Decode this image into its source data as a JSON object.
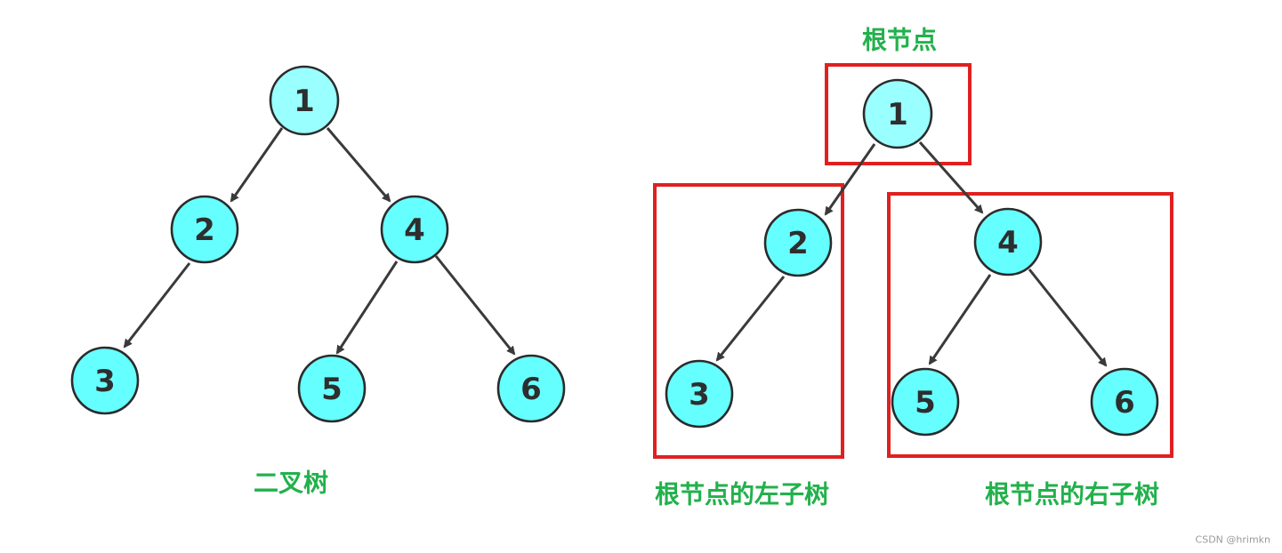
{
  "colors": {
    "node_fill": "#66ffff",
    "root_fill": "#99ffff",
    "node_stroke": "#2b2b2b",
    "edge": "#3a3a3a",
    "caption": "#22b14c",
    "highlight_box": "#e02020",
    "watermark": "#9a9a9a"
  },
  "left_tree": {
    "caption": "二叉树",
    "nodes": [
      "1",
      "2",
      "4",
      "3",
      "5",
      "6"
    ]
  },
  "right_tree": {
    "root_caption": "根节点",
    "left_subtree_caption": "根节点的左子树",
    "right_subtree_caption": "根节点的右子树",
    "nodes": [
      "1",
      "2",
      "4",
      "3",
      "5",
      "6"
    ]
  },
  "watermark": "CSDN @hrimkn"
}
